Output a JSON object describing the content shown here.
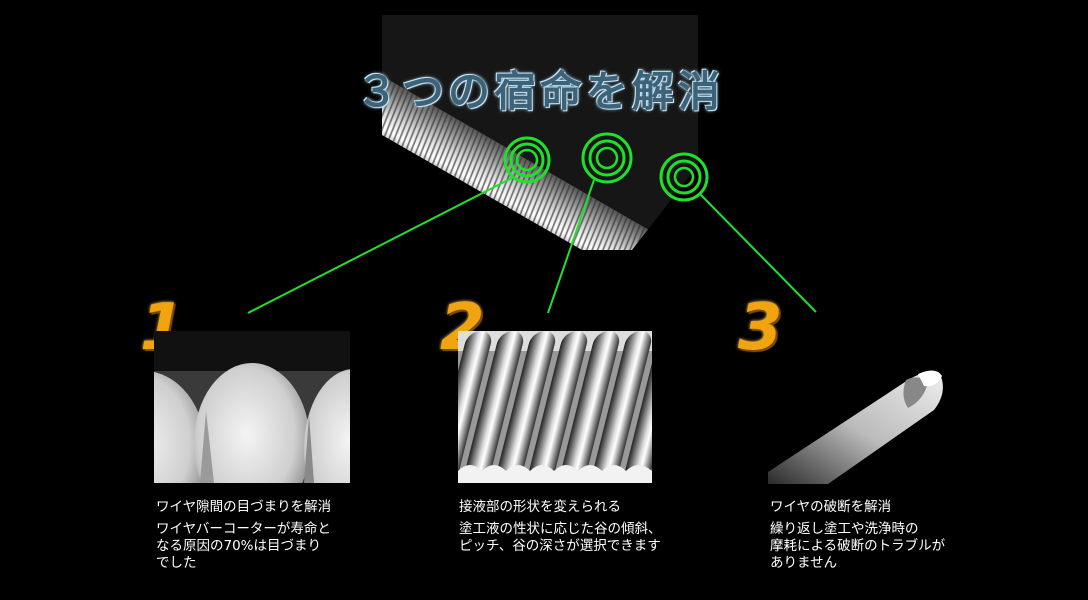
{
  "title": "３つの宿命を解消",
  "colors": {
    "accent_green": "#1fe02a",
    "number_orange": "#f2a310",
    "background": "#000000"
  },
  "items": [
    {
      "number": "1",
      "heading": "ワイヤ隙間の目づまりを解消",
      "body": "ワイヤバーコーターが寿命と\nなる原因の70%は目づまり\nでした"
    },
    {
      "number": "2",
      "heading": "接液部の形状を変えられる",
      "body": "塗工液の性状に応じた谷の傾斜、\nピッチ、谷の深さが選択できます"
    },
    {
      "number": "3",
      "heading": "ワイヤの破断を解消",
      "body": "繰り返し塗工や洗浄時の\n摩耗による破断のトラブルが\nありません"
    }
  ]
}
